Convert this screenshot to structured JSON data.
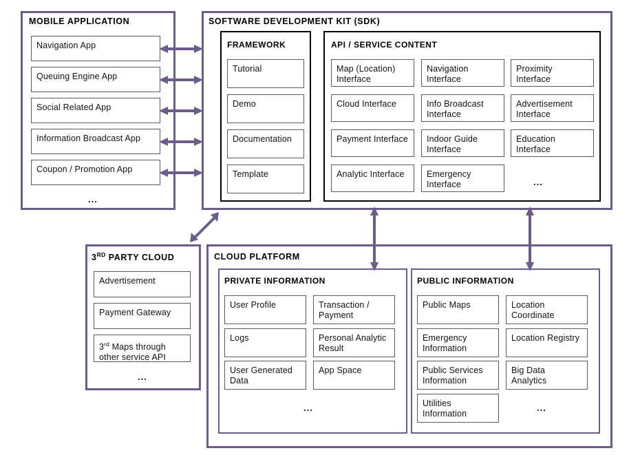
{
  "diagram": {
    "title": "Mobile application / SDK / Cloud platform architecture",
    "accent_color": "#6b5c8c",
    "box_border_color": "#595959",
    "group_border_color": "#000000",
    "background_color": "#ffffff",
    "ellipsis": "..."
  },
  "mobile_application": {
    "title": "MOBILE APPLICATION",
    "items": [
      {
        "label": "Navigation App"
      },
      {
        "label": "Queuing Engine App"
      },
      {
        "label": "Social Related App"
      },
      {
        "label": "Information Broadcast App"
      },
      {
        "label": "Coupon / Promotion App"
      }
    ],
    "more": "..."
  },
  "sdk": {
    "title": "SOFTWARE DEVELOPMENT KIT (SDK)",
    "framework": {
      "title": "FRAMEWORK",
      "items": [
        {
          "label": "Tutorial"
        },
        {
          "label": "Demo"
        },
        {
          "label": "Documentation"
        },
        {
          "label": "Template"
        }
      ]
    },
    "api_service_content": {
      "title": "API / SERVICE CONTENT",
      "items": [
        {
          "label": "Map (Location) Interface"
        },
        {
          "label": "Navigation Interface"
        },
        {
          "label": "Proximity Interface"
        },
        {
          "label": "Cloud Interface"
        },
        {
          "label": "Info Broadcast Interface"
        },
        {
          "label": "Advertisement Interface"
        },
        {
          "label": "Payment Interface"
        },
        {
          "label": "Indoor Guide Interface"
        },
        {
          "label": "Education Interface"
        },
        {
          "label": "Analytic Interface"
        },
        {
          "label": "Emergency Interface"
        }
      ],
      "more": "..."
    }
  },
  "third_party_cloud": {
    "title_prefix": "3",
    "title_sup": "RD",
    "title_suffix": " PARTY CLOUD",
    "items": [
      {
        "label": "Advertisement"
      },
      {
        "label": "Payment Gateway"
      }
    ],
    "maps_item": {
      "prefix": "3",
      "sup": "rd",
      "suffix": " Maps through other service API"
    },
    "more": "..."
  },
  "cloud_platform": {
    "title": "CLOUD PLATFORM",
    "private_information": {
      "title": "PRIVATE INFORMATION",
      "items": [
        {
          "label": "User Profile"
        },
        {
          "label": "Transaction / Payment"
        },
        {
          "label": "Logs"
        },
        {
          "label": "Personal Analytic Result"
        },
        {
          "label": "User Generated Data"
        },
        {
          "label": "App Space"
        }
      ],
      "more": "..."
    },
    "public_information": {
      "title": "PUBLIC INFORMATION",
      "items": [
        {
          "label": "Public Maps"
        },
        {
          "label": "Location Coordinate"
        },
        {
          "label": "Emergency Information"
        },
        {
          "label": "Location Registry"
        },
        {
          "label": "Public Services Information"
        },
        {
          "label": "Big Data Analytics"
        },
        {
          "label": "Utilities Information"
        }
      ],
      "more": "..."
    }
  },
  "connectors": [
    {
      "name": "mobile-app-to-sdk-1",
      "kind": "bidirectional-horizontal"
    },
    {
      "name": "mobile-app-to-sdk-2",
      "kind": "bidirectional-horizontal"
    },
    {
      "name": "mobile-app-to-sdk-3",
      "kind": "bidirectional-horizontal"
    },
    {
      "name": "mobile-app-to-sdk-4",
      "kind": "bidirectional-horizontal"
    },
    {
      "name": "mobile-app-to-sdk-5",
      "kind": "bidirectional-horizontal"
    },
    {
      "name": "sdk-to-third-party-cloud",
      "kind": "bidirectional-diagonal"
    },
    {
      "name": "sdk-to-private-information",
      "kind": "bidirectional-vertical"
    },
    {
      "name": "sdk-to-public-information",
      "kind": "bidirectional-vertical"
    }
  ]
}
